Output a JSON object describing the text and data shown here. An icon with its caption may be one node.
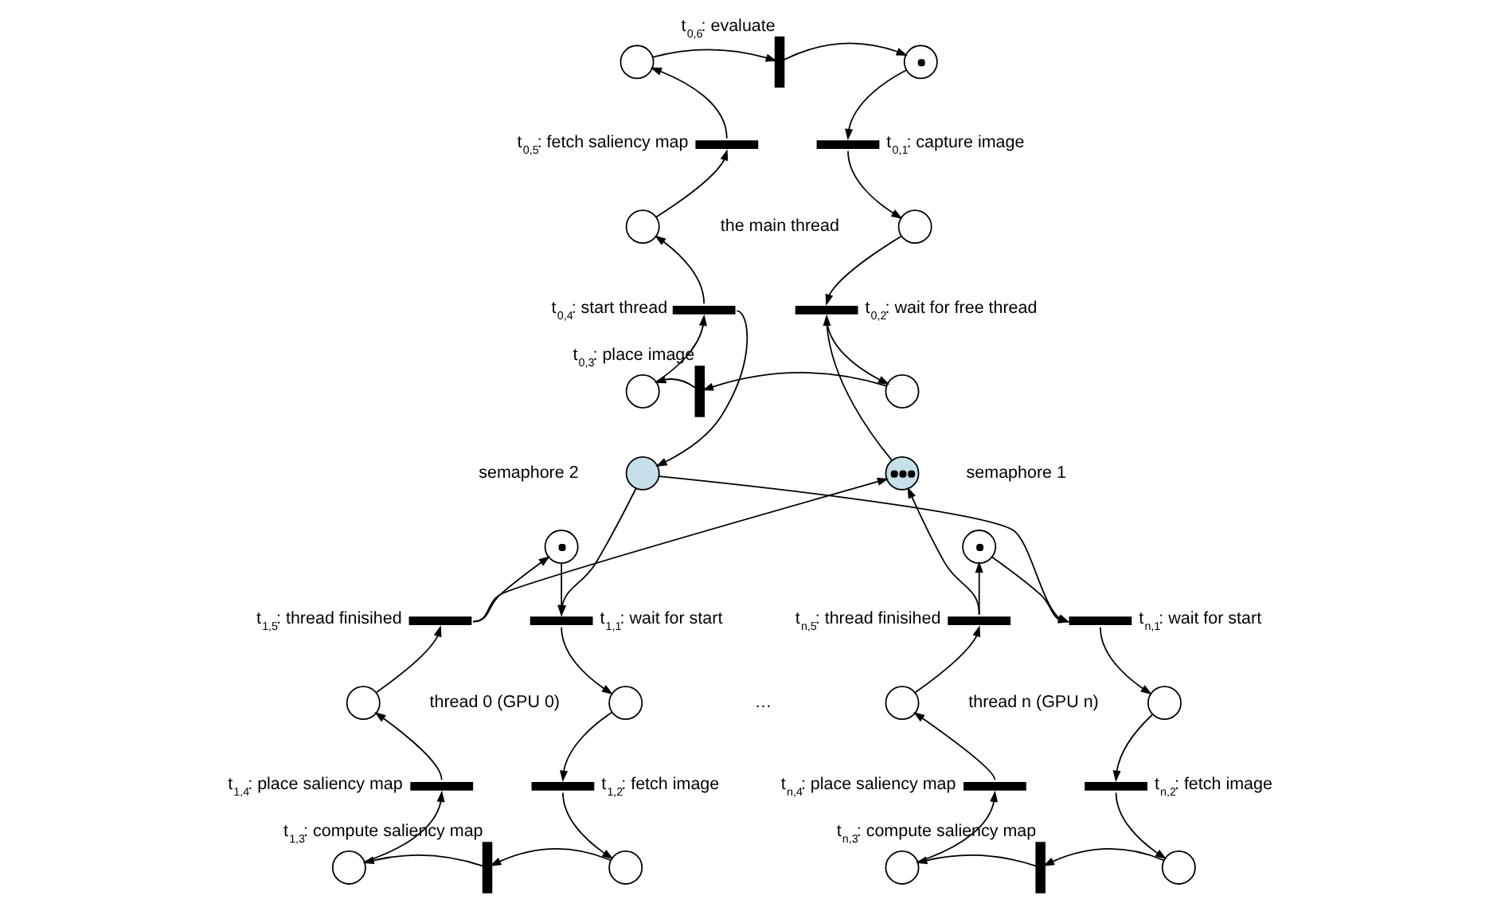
{
  "diagram": {
    "nodes": [
      {
        "text": [],
        "shape": "circle"
      },
      {
        "text": [],
        "shape": "bar",
        "beside": [
          "t$_{0,6}$: evaluate"
        ]
      },
      {
        "text": [],
        "shape": "circle"
      },
      {
        "text": [],
        "shape": "bar",
        "beside": [
          "t$_{0,5}$: fetch saliency map"
        ]
      },
      {
        "text": [],
        "shape": "bar",
        "beside": [
          "t$_{0,1}$: capture image"
        ]
      },
      {
        "text": [],
        "shape": "circle"
      },
      {
        "text": [],
        "shape": "circle"
      },
      {
        "text": [],
        "shape": "bar",
        "beside": [
          "t$_{0,4}$: start thread"
        ]
      },
      {
        "text": [],
        "shape": "bar",
        "beside": [
          "t$_{0,2}$: wait for free thread"
        ]
      },
      {
        "text": [],
        "shape": "circle"
      },
      {
        "text": [],
        "shape": "bar",
        "beside": [
          "t$_{0,3}$: place image"
        ]
      },
      {
        "text": [],
        "shape": "circle"
      },
      {
        "text": [],
        "shape": "circle",
        "beside": [
          "semaphore 2"
        ]
      },
      {
        "text": [],
        "shape": "circle",
        "beside": [
          "semaphore 1"
        ]
      },
      {
        "text": [],
        "shape": "circle"
      },
      {
        "text": [],
        "shape": "bar",
        "beside": [
          "t$_{1,5}$: thread finisihed"
        ]
      },
      {
        "text": [],
        "shape": "bar",
        "beside": [
          "t$_{1,1}$: wait for start"
        ]
      },
      {
        "text": [],
        "shape": "circle"
      },
      {
        "text": [],
        "shape": "circle"
      },
      {
        "text": [],
        "shape": "bar",
        "beside": [
          "t$_{1,4}$: place saliency map"
        ]
      },
      {
        "text": [],
        "shape": "bar",
        "beside": [
          "t$_{1,2}$: fetch image"
        ]
      },
      {
        "text": [],
        "shape": "circle"
      },
      {
        "text": [],
        "shape": "bar",
        "beside": [
          "t$_{1,3}$: compute saliency map"
        ]
      },
      {
        "text": [],
        "shape": "circle"
      },
      {
        "text": [],
        "shape": "circle"
      },
      {
        "text": [],
        "shape": "bar",
        "beside": [
          "t$_{n,5}$: thread finisihed"
        ]
      },
      {
        "text": [],
        "shape": "bar",
        "beside": [
          "t$_{n,1}$: wait for start"
        ]
      },
      {
        "text": [],
        "shape": "circle"
      },
      {
        "text": [],
        "shape": "circle"
      },
      {
        "text": [],
        "shape": "bar",
        "beside": [
          "t$_{n,4}$: place saliency map"
        ]
      },
      {
        "text": [],
        "shape": "bar",
        "beside": [
          "t$_{n,2}$: fetch image"
        ]
      },
      {
        "text": [],
        "shape": "circle"
      },
      {
        "text": [],
        "shape": "bar",
        "beside": [
          "t$_{n,3}$: compute saliency map"
        ]
      },
      {
        "text": [],
        "shape": "circle"
      }
    ],
    "edges": [
      {
        "from": 0,
        "to": 1,
        "arrow": "to"
      },
      {
        "from": 1,
        "to": 2,
        "arrow": "to"
      },
      {
        "from": 2,
        "to": 4,
        "arrow": "to"
      },
      {
        "from": 4,
        "to": 6,
        "arrow": "to"
      },
      {
        "from": 6,
        "to": 8,
        "arrow": "to"
      },
      {
        "from": 8,
        "to": 11,
        "arrow": "to"
      },
      {
        "from": 11,
        "to": 10,
        "arrow": "to"
      },
      {
        "from": 10,
        "to": 9,
        "arrow": "to"
      },
      {
        "from": 9,
        "to": 7,
        "arrow": "to"
      },
      {
        "from": 7,
        "to": 5,
        "arrow": "to"
      },
      {
        "from": 5,
        "to": 3,
        "arrow": "to"
      },
      {
        "from": 3,
        "to": 0,
        "arrow": "to"
      },
      {
        "from": 13,
        "to": 8,
        "arrow": "to"
      },
      {
        "from": 7,
        "to": 12,
        "arrow": "to"
      },
      {
        "from": 12,
        "to": 16,
        "arrow": "to"
      },
      {
        "from": 12,
        "to": 26,
        "arrow": "to"
      },
      {
        "from": 15,
        "to": 13,
        "arrow": "to"
      },
      {
        "from": 25,
        "to": 13,
        "arrow": "to"
      },
      {
        "from": 15,
        "to": 14,
        "arrow": "to"
      },
      {
        "from": 14,
        "to": 16,
        "arrow": "to"
      },
      {
        "from": 16,
        "to": 18,
        "arrow": "to"
      },
      {
        "from": 18,
        "to": 20,
        "arrow": "to"
      },
      {
        "from": 20,
        "to": 23,
        "arrow": "to"
      },
      {
        "from": 23,
        "to": 22,
        "arrow": "to"
      },
      {
        "from": 22,
        "to": 21,
        "arrow": "to"
      },
      {
        "from": 21,
        "to": 19,
        "arrow": "to"
      },
      {
        "from": 19,
        "to": 17,
        "arrow": "to"
      },
      {
        "from": 17,
        "to": 15,
        "arrow": "to"
      },
      {
        "from": 25,
        "to": 24,
        "arrow": "to"
      },
      {
        "from": 24,
        "to": 26,
        "arrow": "to"
      },
      {
        "from": 26,
        "to": 28,
        "arrow": "to"
      },
      {
        "from": 28,
        "to": 30,
        "arrow": "to"
      },
      {
        "from": 30,
        "to": 33,
        "arrow": "to"
      },
      {
        "from": 33,
        "to": 32,
        "arrow": "to"
      },
      {
        "from": 32,
        "to": 31,
        "arrow": "to"
      },
      {
        "from": 31,
        "to": 29,
        "arrow": "to"
      },
      {
        "from": 29,
        "to": 27,
        "arrow": "to"
      },
      {
        "from": 27,
        "to": 25,
        "arrow": "to"
      }
    ],
    "labels": [
      "the main thread",
      "thread 0 (GPU 0)",
      "…",
      "thread n (GPU n)"
    ]
  }
}
